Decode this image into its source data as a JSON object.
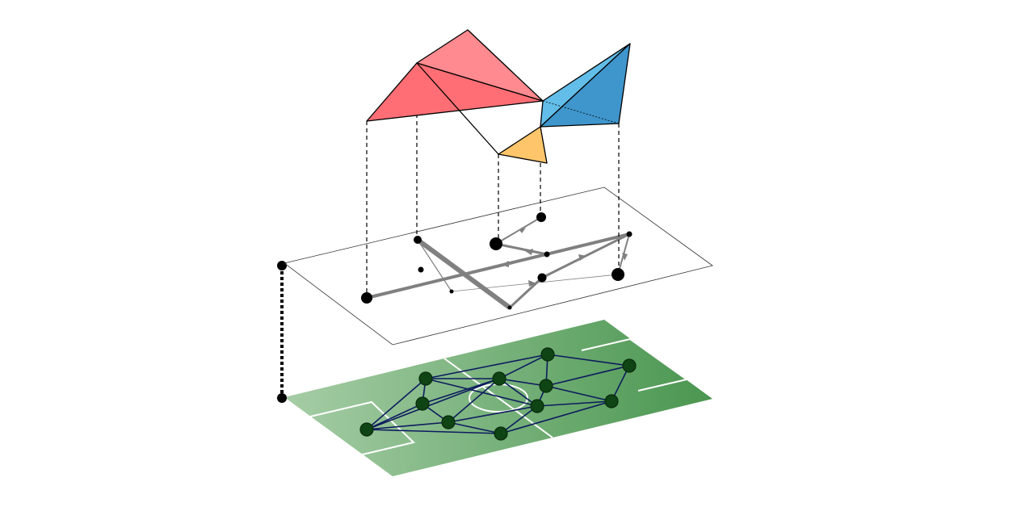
{
  "diagram": {
    "colors": {
      "background": "#ffffff",
      "pitch_light": "#a6cda6",
      "pitch_dark": "#4a9650",
      "pitch_lines": "#ffffff",
      "player_node": "#0f4414",
      "player_node_stroke": "#082a0b",
      "pass_edge": "#0d1b5e",
      "plane_outline": "#333333",
      "directed_edge": "#808080",
      "flow_node": "#000000",
      "simplex_red": "#ff6e74",
      "simplex_red_light": "#ff8a8f",
      "simplex_blue": "#3f96cc",
      "simplex_blue_light": "#62bde8",
      "simplex_orange": "#ffc56b",
      "projection_line": "#000000"
    },
    "layers": [
      "player-network",
      "directed-pass-graph",
      "simplicial-complex"
    ]
  }
}
